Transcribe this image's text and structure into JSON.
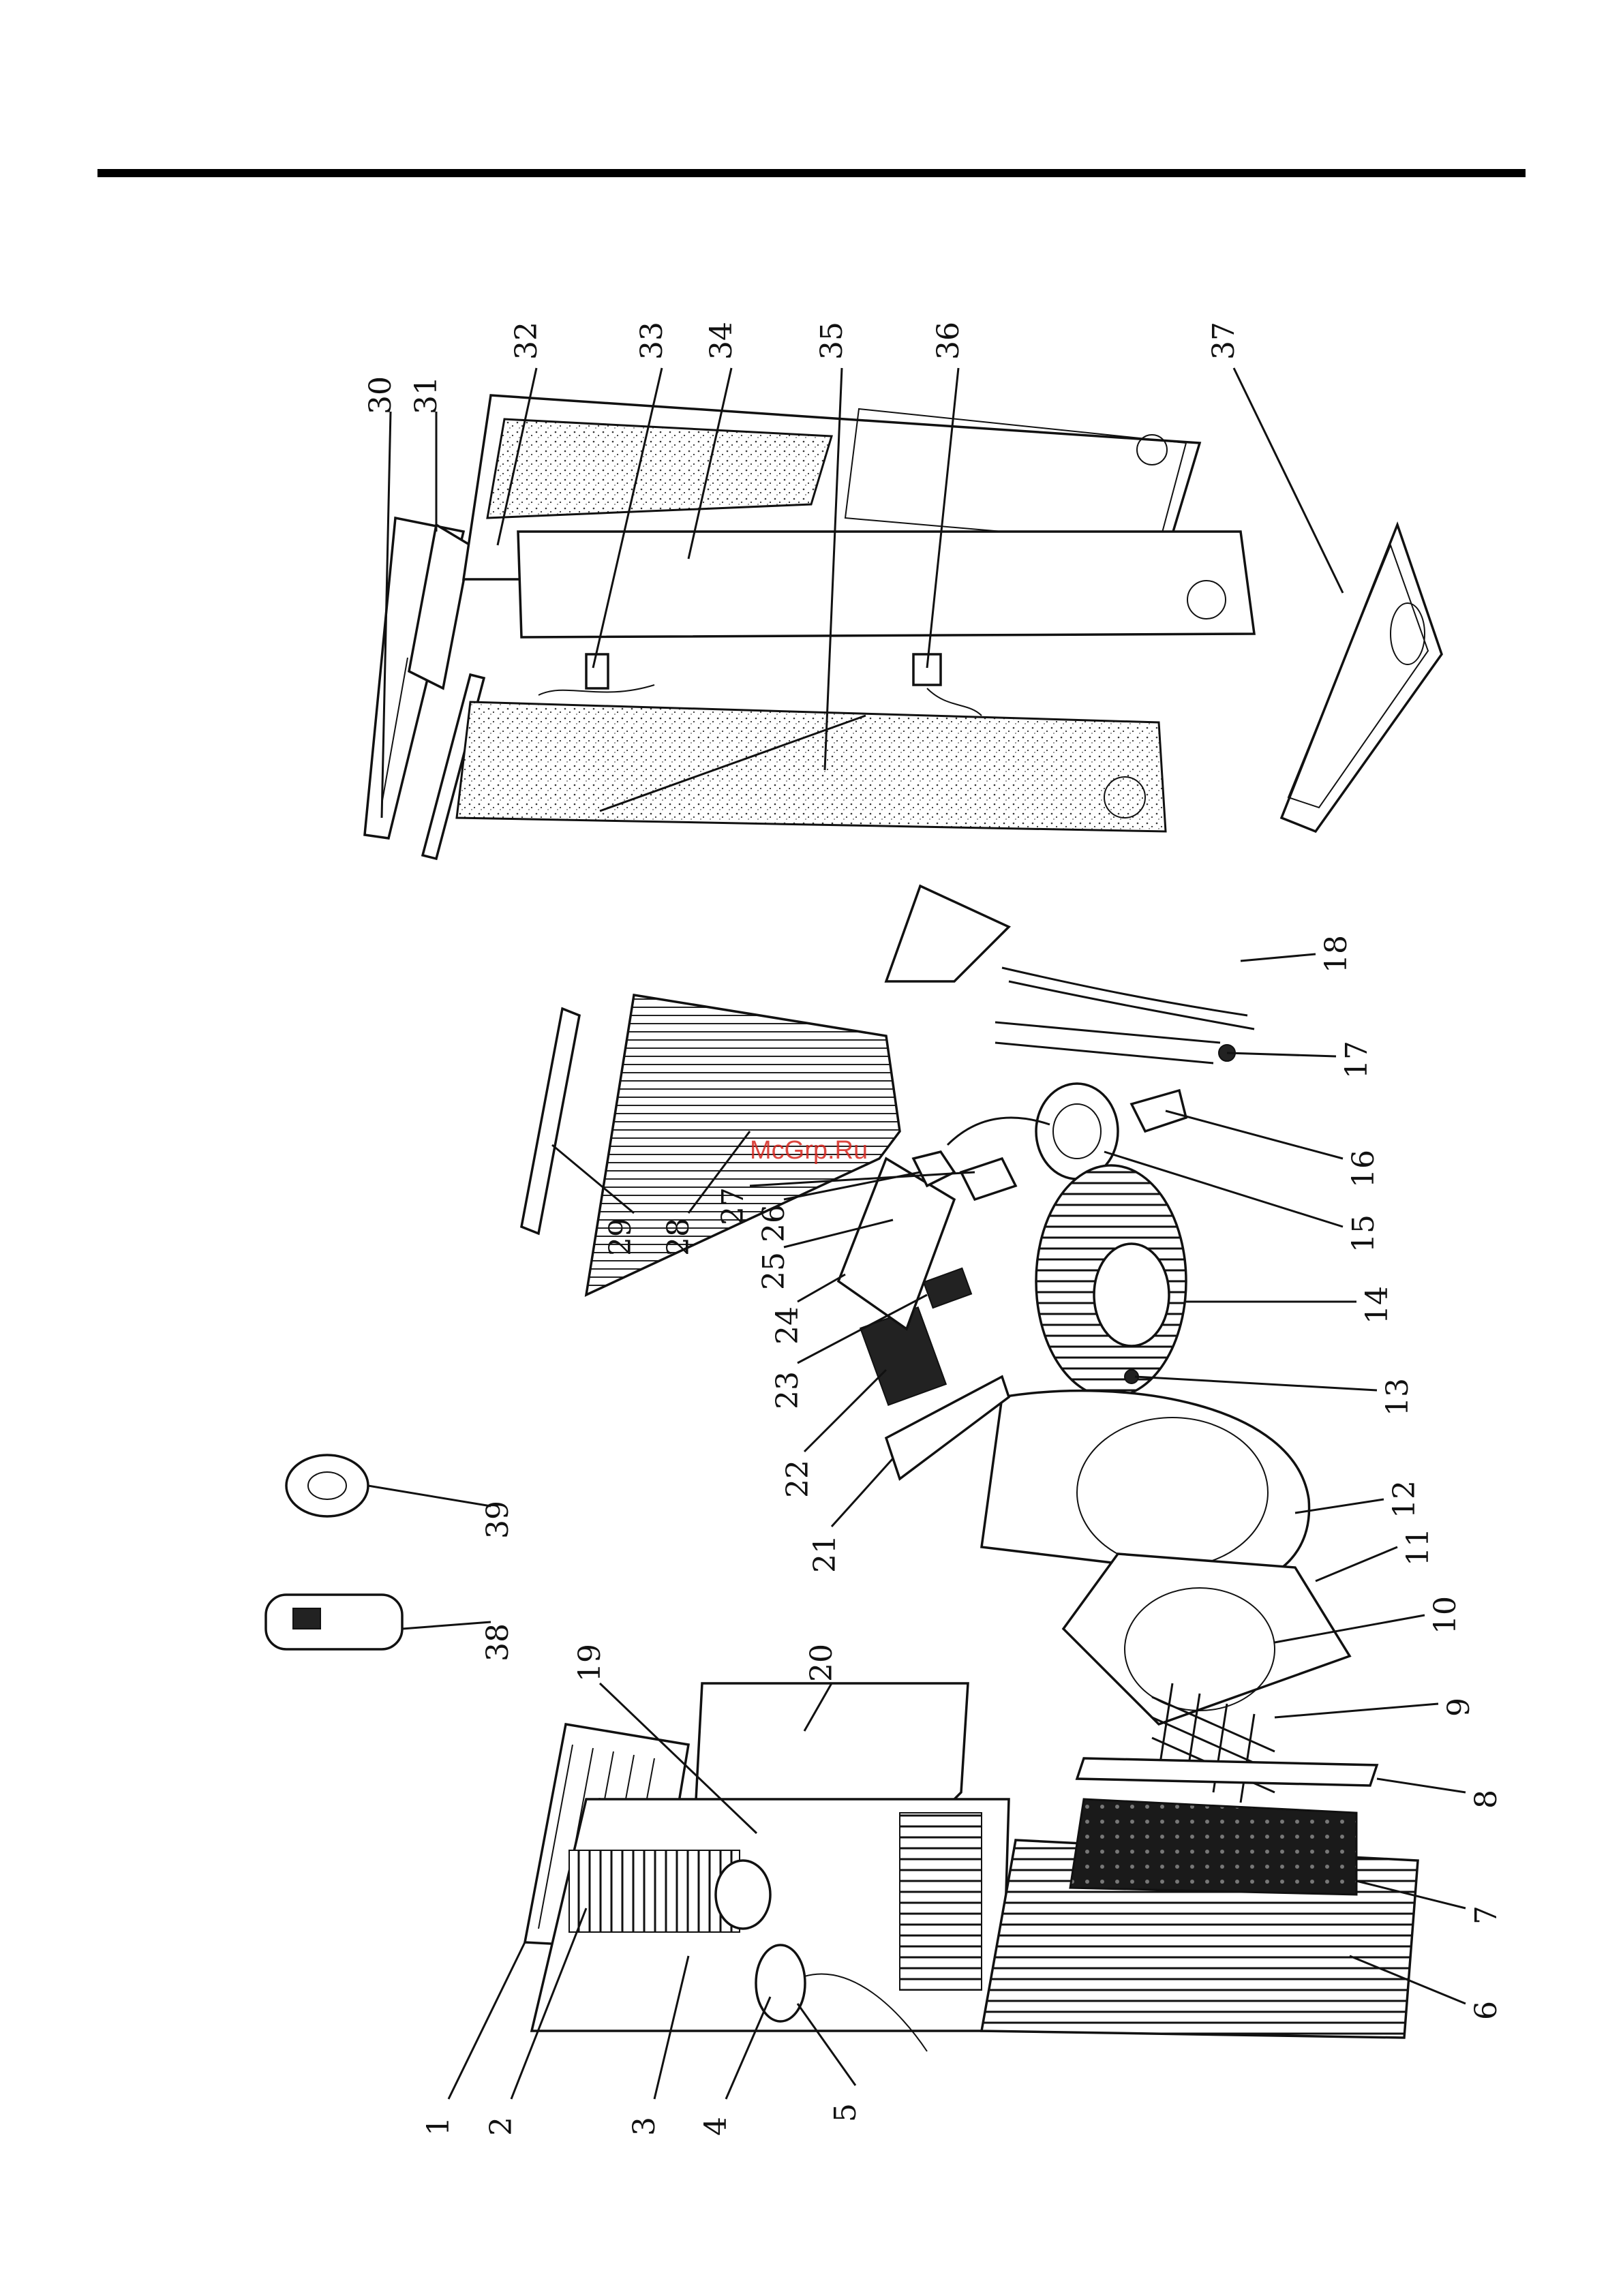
{
  "watermark": "McGrp.Ru",
  "callouts": [
    "1",
    "2",
    "3",
    "4",
    "5",
    "6",
    "7",
    "8",
    "9",
    "10",
    "11",
    "12",
    "13",
    "14",
    "15",
    "16",
    "17",
    "18",
    "19",
    "20",
    "21",
    "22",
    "23",
    "24",
    "25",
    "26",
    "27",
    "28",
    "29",
    "30",
    "31",
    "32",
    "33",
    "34",
    "35",
    "36",
    "37",
    "38",
    "39"
  ]
}
